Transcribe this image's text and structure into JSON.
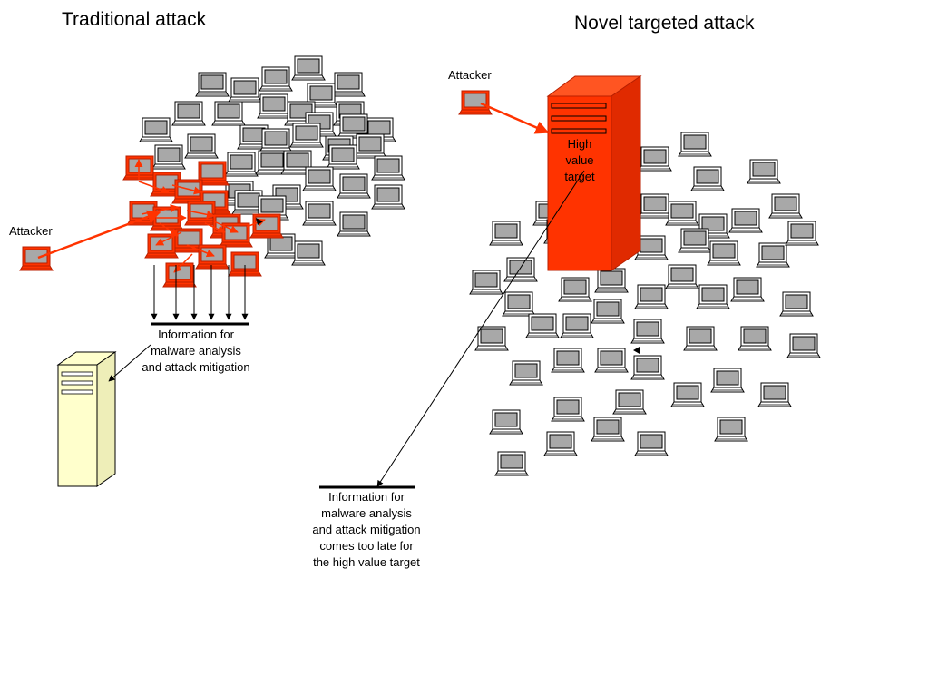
{
  "left_panel": {
    "title": "Traditional attack",
    "attacker_label": "Attacker",
    "info_text": "Information for\nmalware analysis\nand attack mitigation"
  },
  "right_panel": {
    "title": "Novel targeted attack",
    "attacker_label": "Attacker",
    "target_label": "High\nvalue\ntarget",
    "info_text": "Information for\nmalware analysis\nand attack mitigation\ncomes too late for\nthe high value target"
  },
  "colors": {
    "infected": "#ff3300",
    "infected_stroke": "#b81f00",
    "computer_screen": "#a8a8a8",
    "computer_outline": "#000000",
    "analysis_server": "#ffffcc",
    "target_server": "#ff3300",
    "attack_arrow": "#ff3300"
  },
  "icons": {
    "computer": "laptop-icon",
    "infected_computer": "infected-laptop-icon",
    "analysis_server": "server-icon",
    "target_server": "server-tower-icon"
  }
}
